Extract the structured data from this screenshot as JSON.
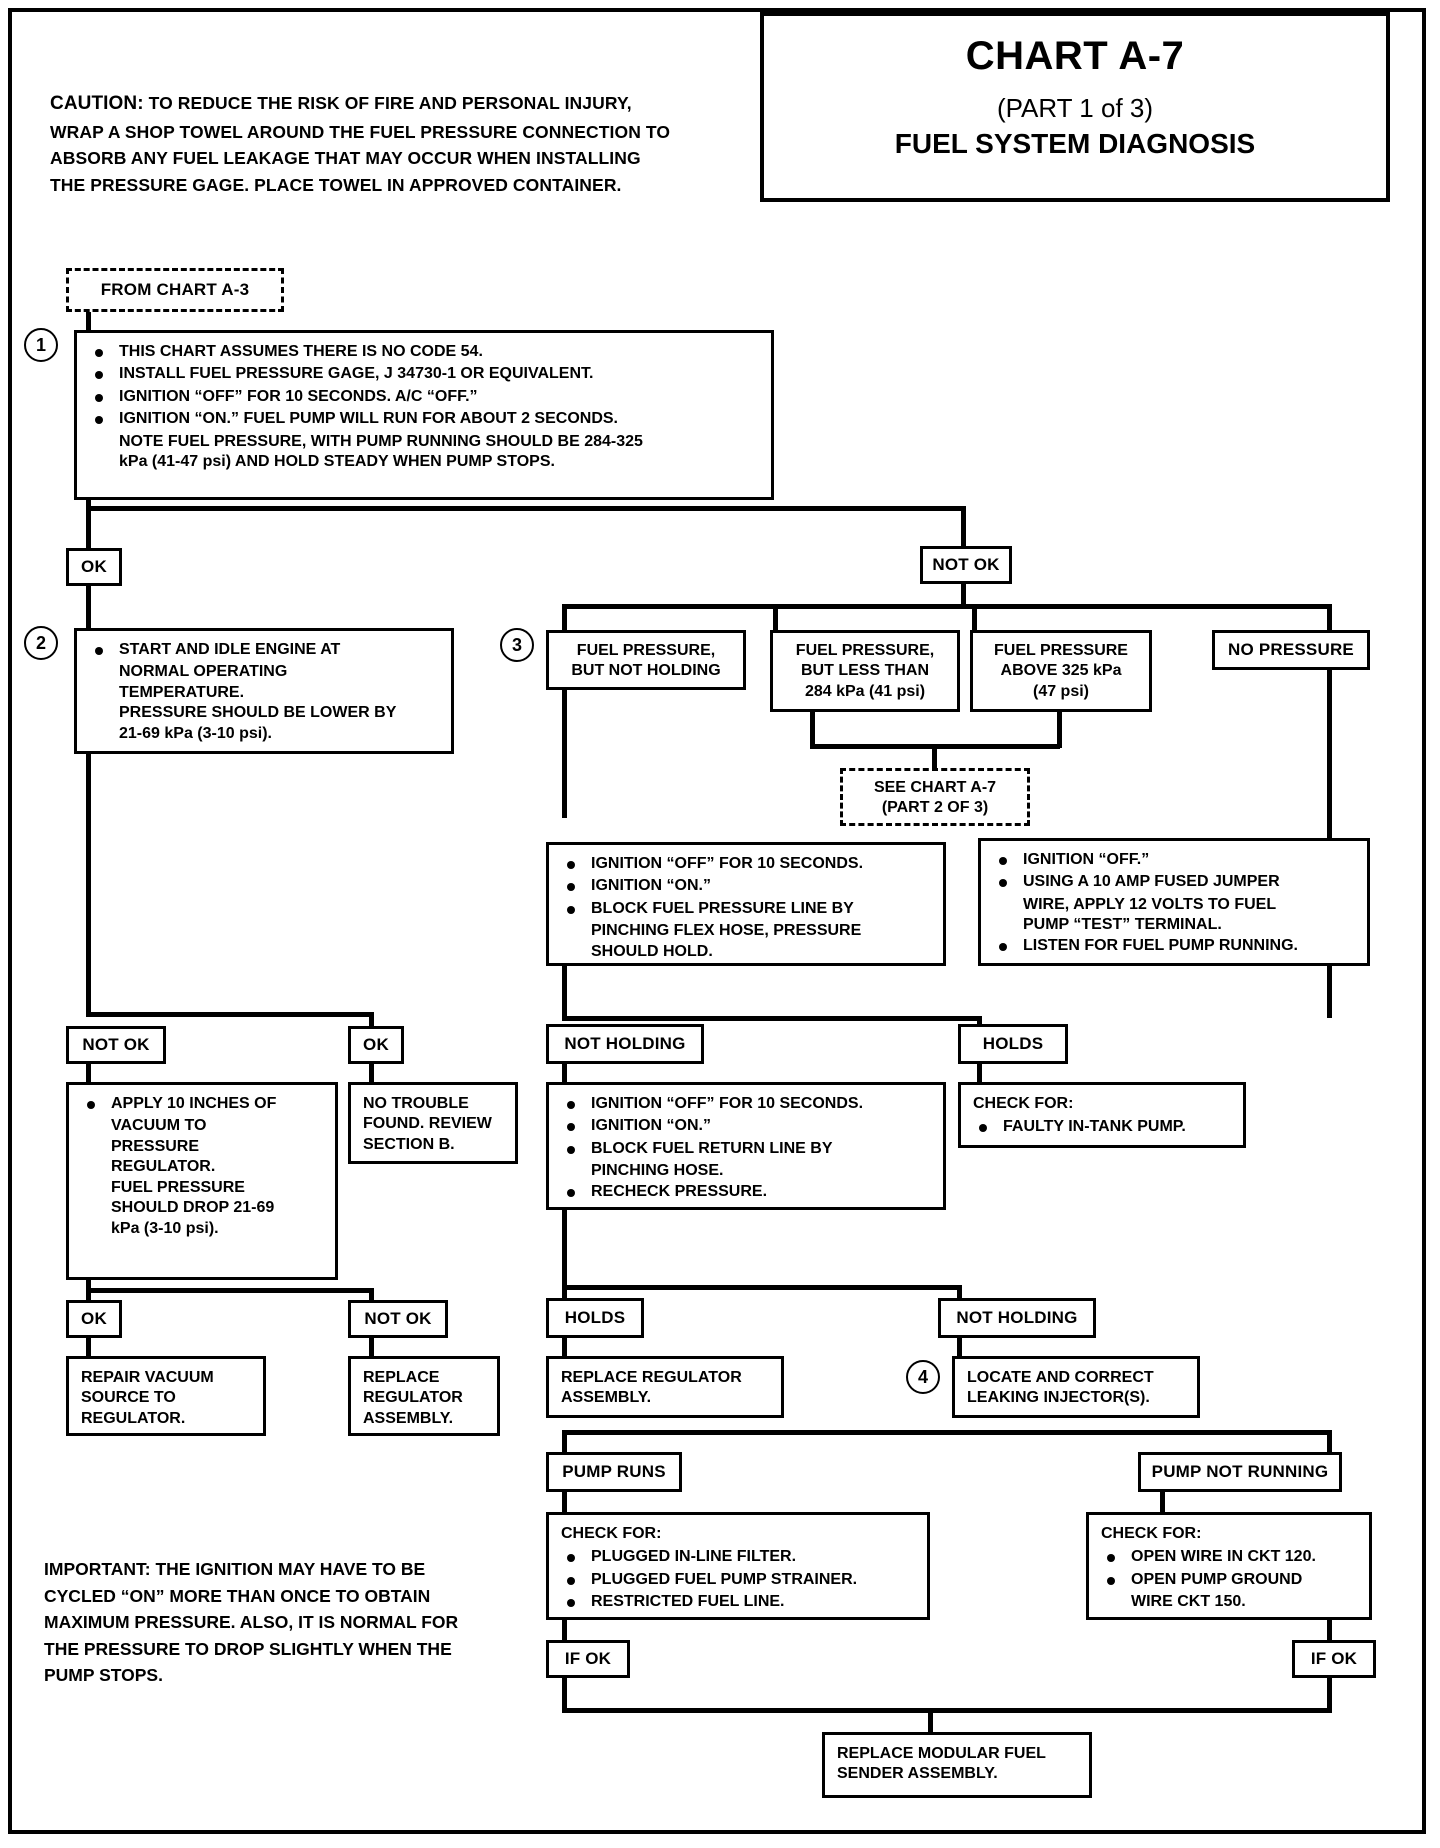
{
  "title": {
    "chart": "CHART A-7",
    "part": "(PART 1 of 3)",
    "subtitle": "FUEL SYSTEM DIAGNOSIS"
  },
  "caution": {
    "lead": "CAUTION:",
    "text": "TO REDUCE THE RISK OF FIRE AND PERSONAL INJURY, WRAP A SHOP TOWEL AROUND THE FUEL PRESSURE CONNECTION TO ABSORB ANY FUEL LEAKAGE THAT MAY OCCUR WHEN INSTALLING THE PRESSURE GAGE. PLACE TOWEL IN APPROVED CONTAINER."
  },
  "important": {
    "text": "IMPORTANT:  THE IGNITION MAY HAVE TO BE CYCLED “ON” MORE THAN ONCE TO OBTAIN MAXIMUM PRESSURE. ALSO, IT IS NORMAL FOR THE PRESSURE TO DROP SLIGHTLY WHEN THE PUMP STOPS."
  },
  "steps": {
    "one": "1",
    "two": "2",
    "three": "3",
    "four": "4"
  },
  "nodes": {
    "from_chart": "FROM CHART A-3",
    "step1": {
      "bullets": [
        "THIS CHART ASSUMES THERE IS NO CODE 54.",
        "INSTALL FUEL PRESSURE GAGE, J 34730-1 OR  EQUIVALENT.",
        "IGNITION “OFF” FOR 10 SECONDS.  A/C “OFF.”",
        "IGNITION “ON.”  FUEL PUMP WILL RUN FOR ABOUT 2 SECONDS."
      ],
      "cont": [
        "NOTE FUEL PRESSURE, WITH PUMP RUNNING SHOULD BE 284-325",
        "kPa  (41-47 psi) AND HOLD STEADY WHEN PUMP STOPS."
      ]
    },
    "ok_1": "OK",
    "not_ok_1": "NOT OK",
    "step2": {
      "bullets": [
        "START AND IDLE ENGINE AT"
      ],
      "cont": [
        "NORMAL OPERATING",
        "TEMPERATURE.",
        "PRESSURE SHOULD BE LOWER BY",
        "21-69 kPa  (3-10 psi)."
      ]
    },
    "fp_not_holding": [
      "FUEL PRESSURE,",
      "BUT NOT HOLDING"
    ],
    "fp_less_than": [
      "FUEL PRESSURE,",
      "BUT LESS THAN",
      "284 kPa (41 psi)"
    ],
    "fp_above": [
      "FUEL PRESSURE",
      "ABOVE 325 kPa",
      "(47 psi)"
    ],
    "no_pressure": "NO PRESSURE",
    "see_chart": [
      "SEE CHART A-7",
      "(PART 2 OF 3)"
    ],
    "ign_block_pressure": {
      "bullets": [
        "IGNITION “OFF” FOR 10 SECONDS.",
        "IGNITION “ON.”",
        "BLOCK FUEL PRESSURE LINE BY"
      ],
      "cont": [
        "PINCHING FLEX HOSE,  PRESSURE",
        "SHOULD HOLD."
      ]
    },
    "jumper_wire": {
      "b1": "IGNITION “OFF.”",
      "b2": "USING A 10 AMP FUSED JUMPER",
      "b2c": [
        "WIRE, APPLY 12 VOLTS TO FUEL",
        "PUMP “TEST” TERMINAL."
      ],
      "b3": "LISTEN FOR FUEL PUMP RUNNING."
    },
    "not_ok_2": "NOT OK",
    "ok_2": "OK",
    "not_holding_1": "NOT HOLDING",
    "holds_1": "HOLDS",
    "vacuum_box": {
      "bullets": [
        "APPLY 10 INCHES OF"
      ],
      "cont": [
        "VACUUM TO",
        "PRESSURE",
        "REGULATOR.",
        "FUEL PRESSURE",
        "SHOULD DROP 21-69",
        "kPa (3-10 psi)."
      ]
    },
    "no_trouble": [
      "NO TROUBLE",
      "FOUND. REVIEW",
      "SECTION B."
    ],
    "ign_block_return": {
      "bullets": [
        "IGNITION “OFF” FOR 10 SECONDS.",
        "IGNITION “ON.”",
        "BLOCK  FUEL RETURN LINE BY"
      ],
      "cont": [
        "PINCHING HOSE."
      ],
      "last": "RECHECK PRESSURE."
    },
    "check_faulty": {
      "header": "CHECK FOR:",
      "bullets": [
        "FAULTY IN-TANK PUMP."
      ]
    },
    "ok_3": "OK",
    "not_ok_3": "NOT OK",
    "holds_2": "HOLDS",
    "not_holding_2": "NOT HOLDING",
    "repair_vacuum": [
      "REPAIR VACUUM",
      "SOURCE TO",
      "REGULATOR."
    ],
    "replace_regulator_1": [
      "REPLACE",
      "REGULATOR",
      "ASSEMBLY."
    ],
    "replace_regulator_2": [
      "REPLACE REGULATOR",
      "ASSEMBLY."
    ],
    "locate_injector": [
      "LOCATE AND CORRECT",
      "LEAKING INJECTOR(S)."
    ],
    "pump_runs": "PUMP RUNS",
    "pump_not_running": "PUMP NOT RUNNING",
    "check_plugged": {
      "header": "CHECK FOR:",
      "bullets": [
        "PLUGGED IN-LINE FILTER.",
        "PLUGGED FUEL PUMP STRAINER.",
        "RESTRICTED FUEL LINE."
      ]
    },
    "check_open_wire": {
      "header": "CHECK FOR:",
      "bullets": [
        "OPEN WIRE IN CKT 120.",
        "OPEN PUMP GROUND"
      ],
      "cont": [
        "WIRE CKT 150."
      ]
    },
    "if_ok_left": "IF OK",
    "if_ok_right": "IF OK",
    "replace_sender": [
      "REPLACE MODULAR FUEL",
      "SENDER ASSEMBLY."
    ]
  }
}
